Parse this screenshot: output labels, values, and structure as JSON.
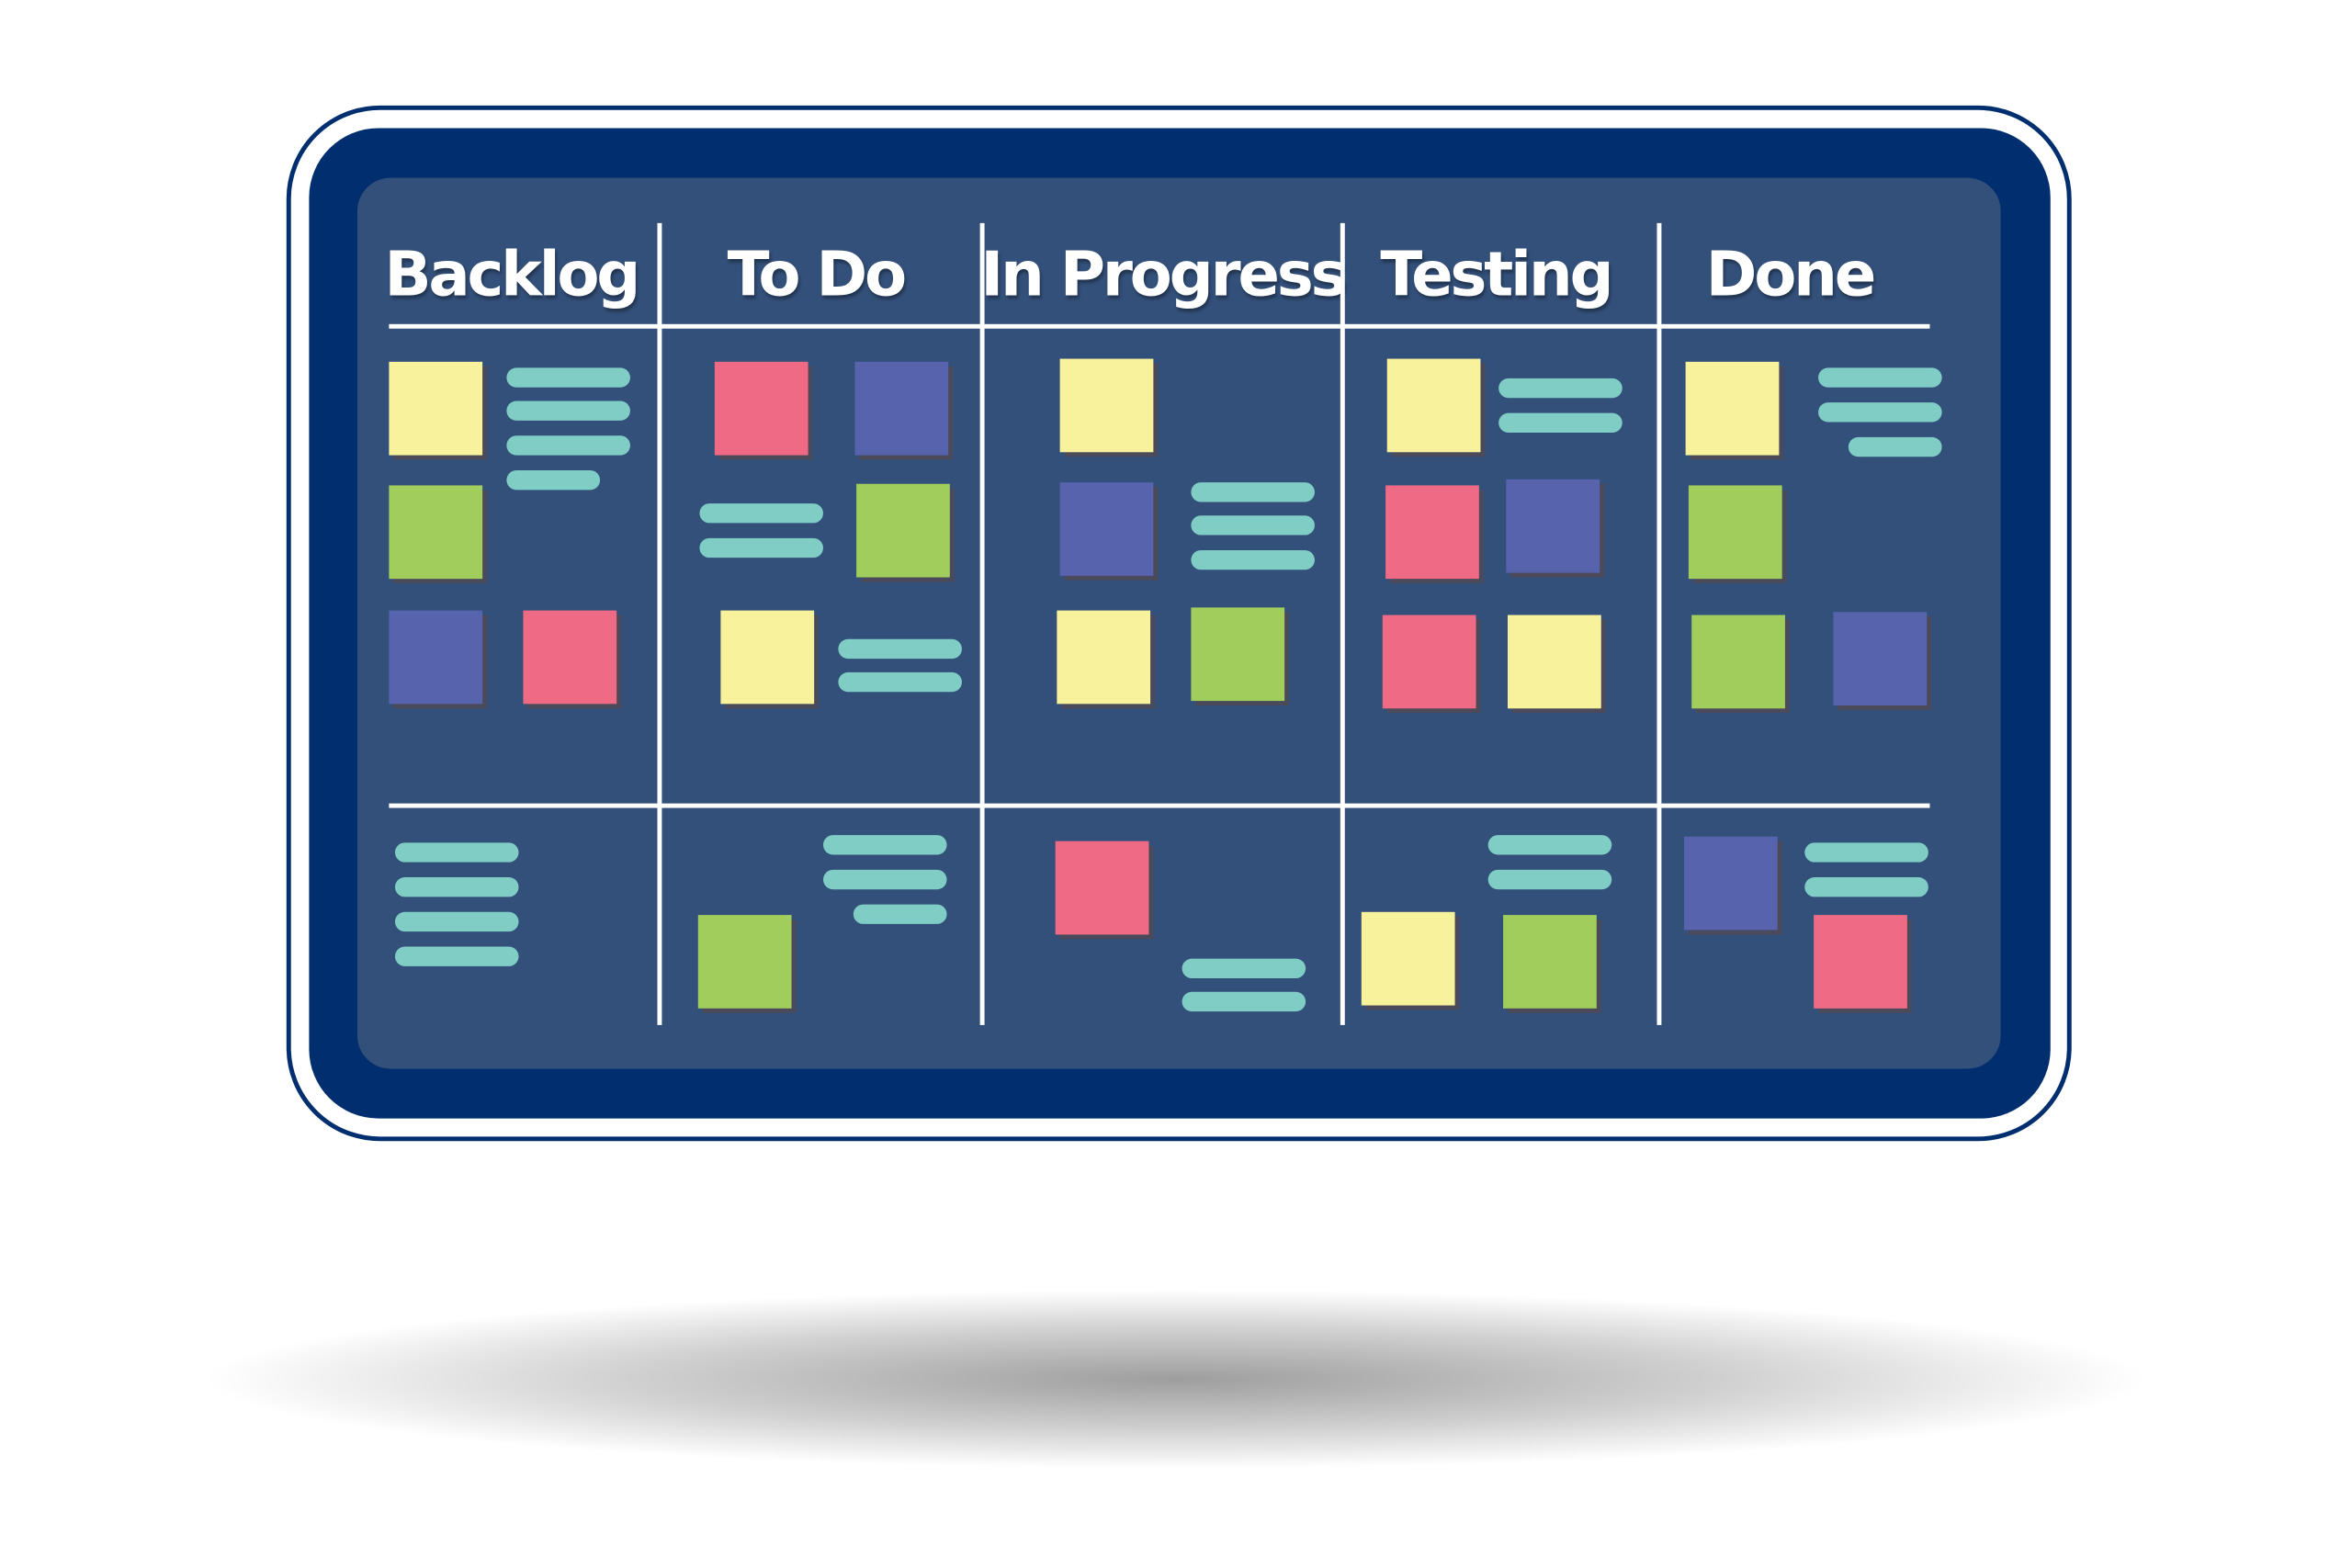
{
  "board": {
    "columns": [
      {
        "title": "Backlog"
      },
      {
        "title": "To Do"
      },
      {
        "title": "In Progress"
      },
      {
        "title": "Testing"
      },
      {
        "title": "Done"
      }
    ]
  },
  "colors": {
    "frame": "#002e6e",
    "panel": "#33507a",
    "yellow": "#f7f29b",
    "green": "#a0cd5c",
    "blue": "#5763ad",
    "pink": "#ef6a85",
    "task_line": "#7fcdc5"
  },
  "notes": {
    "backlog_top": [
      "yellow",
      "green",
      "blue",
      "pink"
    ],
    "todo_top": [
      "pink",
      "blue",
      "green",
      "yellow"
    ],
    "inprogress_top": [
      "yellow",
      "blue",
      "yellow",
      "green"
    ],
    "testing_top": [
      "yellow",
      "pink",
      "blue",
      "pink",
      "yellow"
    ],
    "done_top": [
      "yellow",
      "green",
      "green",
      "blue"
    ],
    "todo_bottom": [
      "green"
    ],
    "inprogress_bottom": [
      "pink"
    ],
    "testing_bottom": [
      "yellow",
      "green"
    ],
    "done_bottom": [
      "blue",
      "pink"
    ]
  }
}
